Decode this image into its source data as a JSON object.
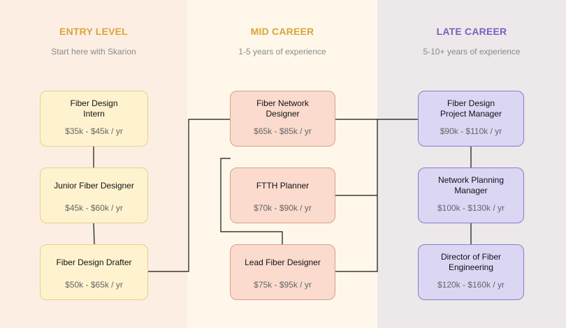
{
  "columns": {
    "entry": {
      "title": "ENTRY LEVEL",
      "subtitle": "Start here with Skarion",
      "color": "#d8a53a"
    },
    "mid": {
      "title": "MID CAREER",
      "subtitle": "1-5 years of experience",
      "color": "#d8a53a"
    },
    "late": {
      "title": "LATE CAREER",
      "subtitle": "5-10+ years of experience",
      "color": "#7a5fc0"
    }
  },
  "nodes": {
    "fiber_design_intern": {
      "name": "Fiber Design\nIntern",
      "salary": "$35k - $45k / yr"
    },
    "junior_fiber_designer": {
      "name": "Junior Fiber Designer",
      "salary": "$45k - $60k / yr"
    },
    "fiber_design_drafter": {
      "name": "Fiber Design Drafter",
      "salary": "$50k - $65k / yr"
    },
    "fiber_network_designer": {
      "name": "Fiber Network\nDesigner",
      "salary": "$65k - $85k / yr"
    },
    "ftth_planner": {
      "name": "FTTH Planner",
      "salary": "$70k - $90k / yr"
    },
    "lead_fiber_designer": {
      "name": "Lead Fiber Designer",
      "salary": "$75k - $95k / yr"
    },
    "fiber_design_project_manager": {
      "name": "Fiber Design\nProject Manager",
      "salary": "$90k - $110k / yr"
    },
    "network_planning_manager": {
      "name": "Network Planning\nManager",
      "salary": "$100k - $130k / yr"
    },
    "director_of_fiber_engineering": {
      "name": "Director of Fiber\nEngineering",
      "salary": "$120k - $160k / yr"
    }
  }
}
